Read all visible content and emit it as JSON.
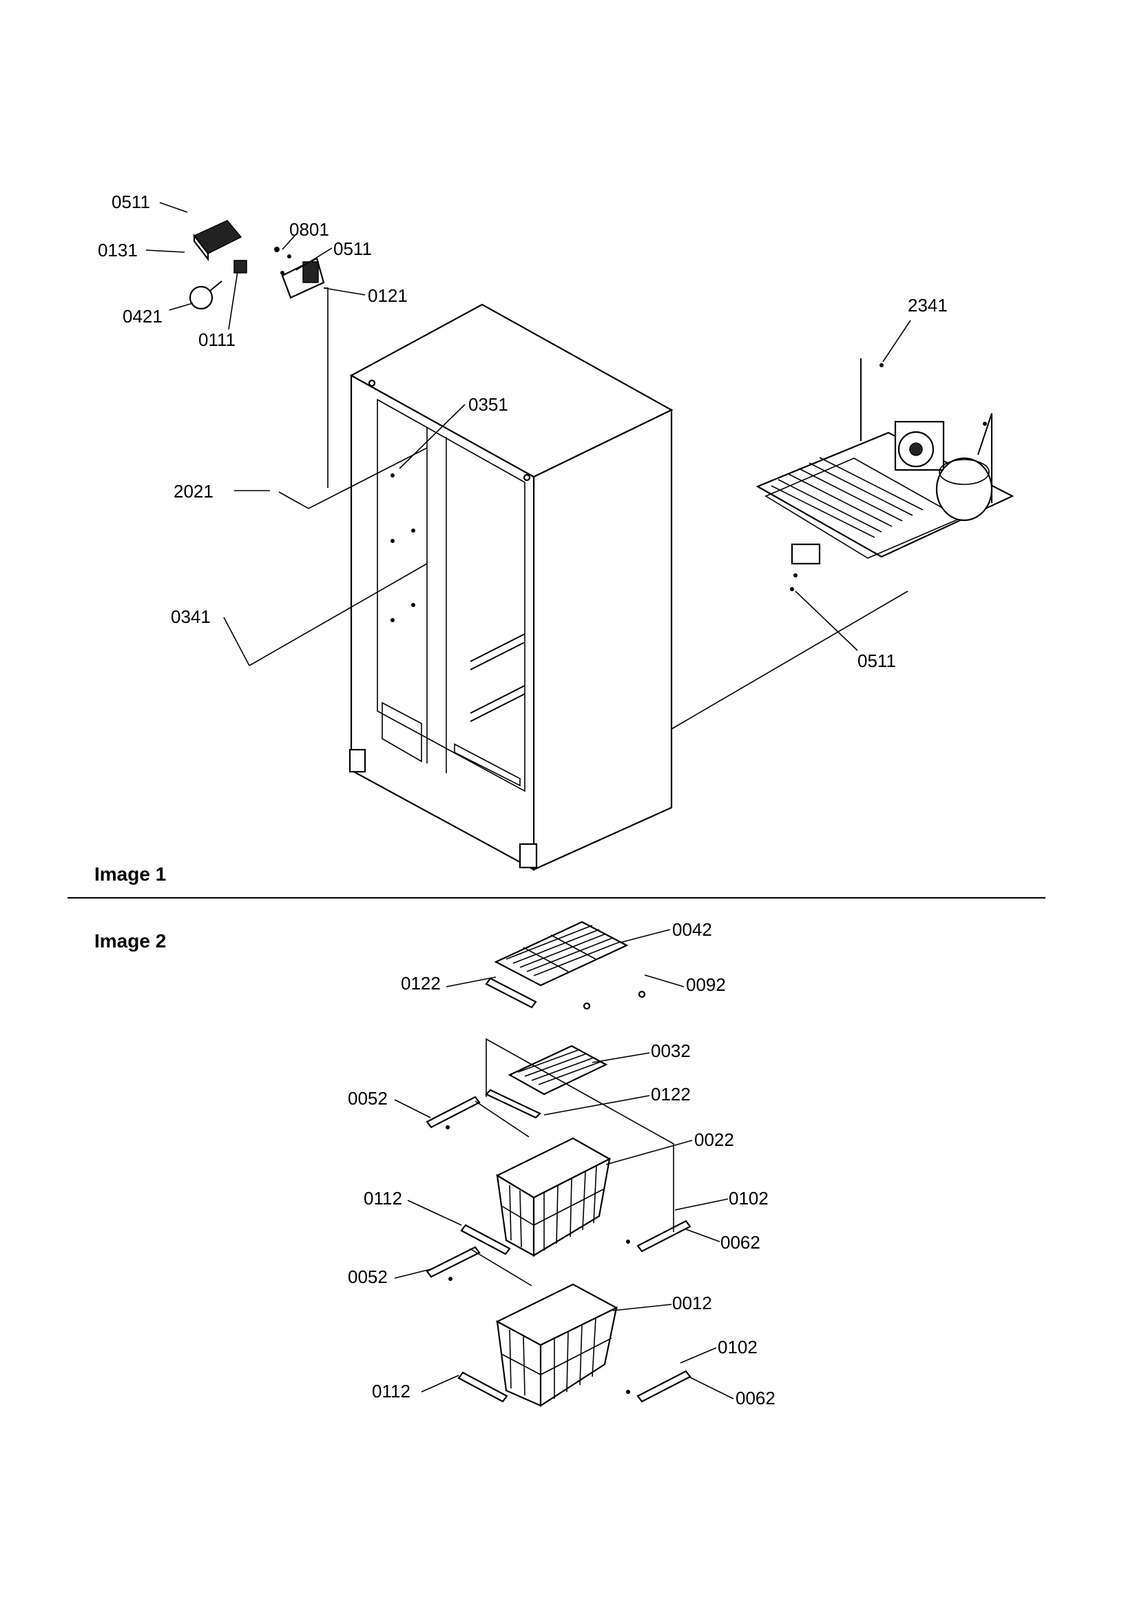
{
  "sections": {
    "image1": "Image 1",
    "image2": "Image 2"
  },
  "image1_callouts": {
    "c0511_top": "0511",
    "c0131": "0131",
    "c0801": "0801",
    "c0511_mid": "0511",
    "c0121": "0121",
    "c0421": "0421",
    "c0111": "0111",
    "c2341": "2341",
    "c0351": "0351",
    "c2021": "2021",
    "c0341": "0341",
    "c0511_right": "0511"
  },
  "image2_callouts": {
    "c0042": "0042",
    "c0122_a": "0122",
    "c0092": "0092",
    "c0032": "0032",
    "c0052_a": "0052",
    "c0122_b": "0122",
    "c0022": "0022",
    "c0112_a": "0112",
    "c0102_a": "0102",
    "c0062_a": "0062",
    "c0052_b": "0052",
    "c0012": "0012",
    "c0102_b": "0102",
    "c0112_b": "0112",
    "c0062_b": "0062"
  }
}
